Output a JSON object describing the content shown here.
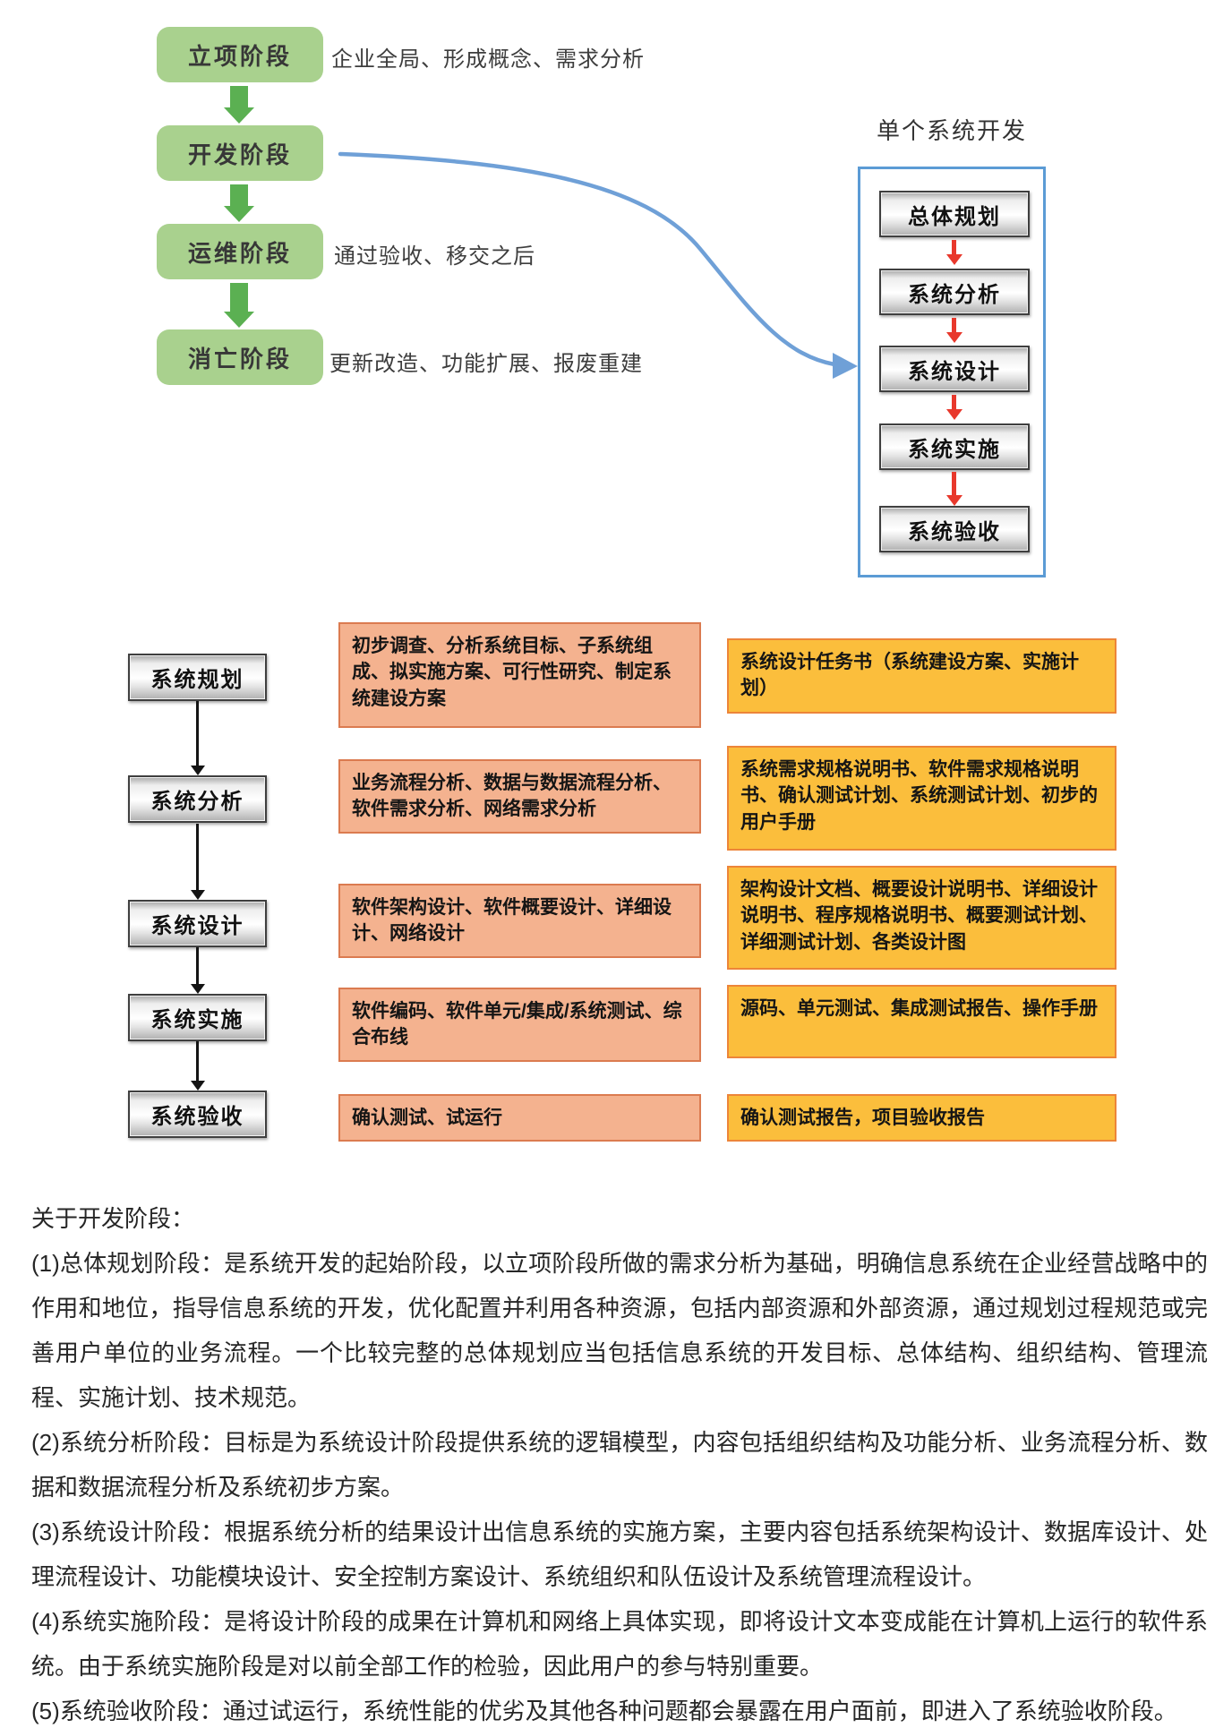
{
  "colors": {
    "stage_green": "#A9D18E",
    "arrow_green": "#5BB052",
    "panel_border_blue": "#5B9BD5",
    "connector_blue": "#6FA0D7",
    "arrow_red": "#E8382C",
    "activity_salmon": "#F4B28F",
    "deliverable_orange": "#FBBE3C"
  },
  "lifecycle": {
    "stages": [
      {
        "label": "立项阶段",
        "note": "企业全局、形成概念、需求分析"
      },
      {
        "label": "开发阶段",
        "note": ""
      },
      {
        "label": "运维阶段",
        "note": "通过验收、移交之后"
      },
      {
        "label": "消亡阶段",
        "note": "更新改造、功能扩展、报废重建"
      }
    ]
  },
  "subsystem_panel": {
    "title": "单个系统开发",
    "steps": [
      "总体规划",
      "系统分析",
      "系统设计",
      "系统实施",
      "系统验收"
    ]
  },
  "dev_process": {
    "rows": [
      {
        "stage": "系统规划",
        "activities": "初步调查、分析系统目标、子系统组成、拟实施方案、可行性研究、制定系统建设方案",
        "deliverables": "系统设计任务书（系统建设方案、实施计划）"
      },
      {
        "stage": "系统分析",
        "activities": "业务流程分析、数据与数据流程分析、软件需求分析、网络需求分析",
        "deliverables": "系统需求规格说明书、软件需求规格说明书、确认测试计划、系统测试计划、初步的用户手册"
      },
      {
        "stage": "系统设计",
        "activities": "软件架构设计、软件概要设计、详细设计、网络设计",
        "deliverables": "架构设计文档、概要设计说明书、详细设计说明书、程序规格说明书、概要测试计划、详细测试计划、各类设计图"
      },
      {
        "stage": "系统实施",
        "activities": "软件编码、软件单元/集成/系统测试、综合布线",
        "deliverables": "源码、单元测试、集成测试报告、操作手册"
      },
      {
        "stage": "系统验收",
        "activities": "确认测试、试运行",
        "deliverables": "确认测试报告，项目验收报告"
      }
    ]
  },
  "notes": {
    "heading": "关于开发阶段：",
    "paragraphs": [
      "(1)总体规划阶段：是系统开发的起始阶段，以立项阶段所做的需求分析为基础，明确信息系统在企业经营战略中的作用和地位，指导信息系统的开发，优化配置并利用各种资源，包括内部资源和外部资源，通过规划过程规范或完善用户单位的业务流程。一个比较完整的总体规划应当包括信息系统的开发目标、总体结构、组织结构、管理流程、实施计划、技术规范。",
      "(2)系统分析阶段：目标是为系统设计阶段提供系统的逻辑模型，内容包括组织结构及功能分析、业务流程分析、数据和数据流程分析及系统初步方案。",
      "(3)系统设计阶段：根据系统分析的结果设计出信息系统的实施方案，主要内容包括系统架构设计、数据库设计、处理流程设计、功能模块设计、安全控制方案设计、系统组织和队伍设计及系统管理流程设计。",
      "(4)系统实施阶段：是将设计阶段的成果在计算机和网络上具体实现，即将设计文本变成能在计算机上运行的软件系统。由于系统实施阶段是对以前全部工作的检验，因此用户的参与特别重要。",
      "(5)系统验收阶段：通过试运行，系统性能的优劣及其他各种问题都会暴露在用户面前，即进入了系统验收阶段。"
    ]
  }
}
